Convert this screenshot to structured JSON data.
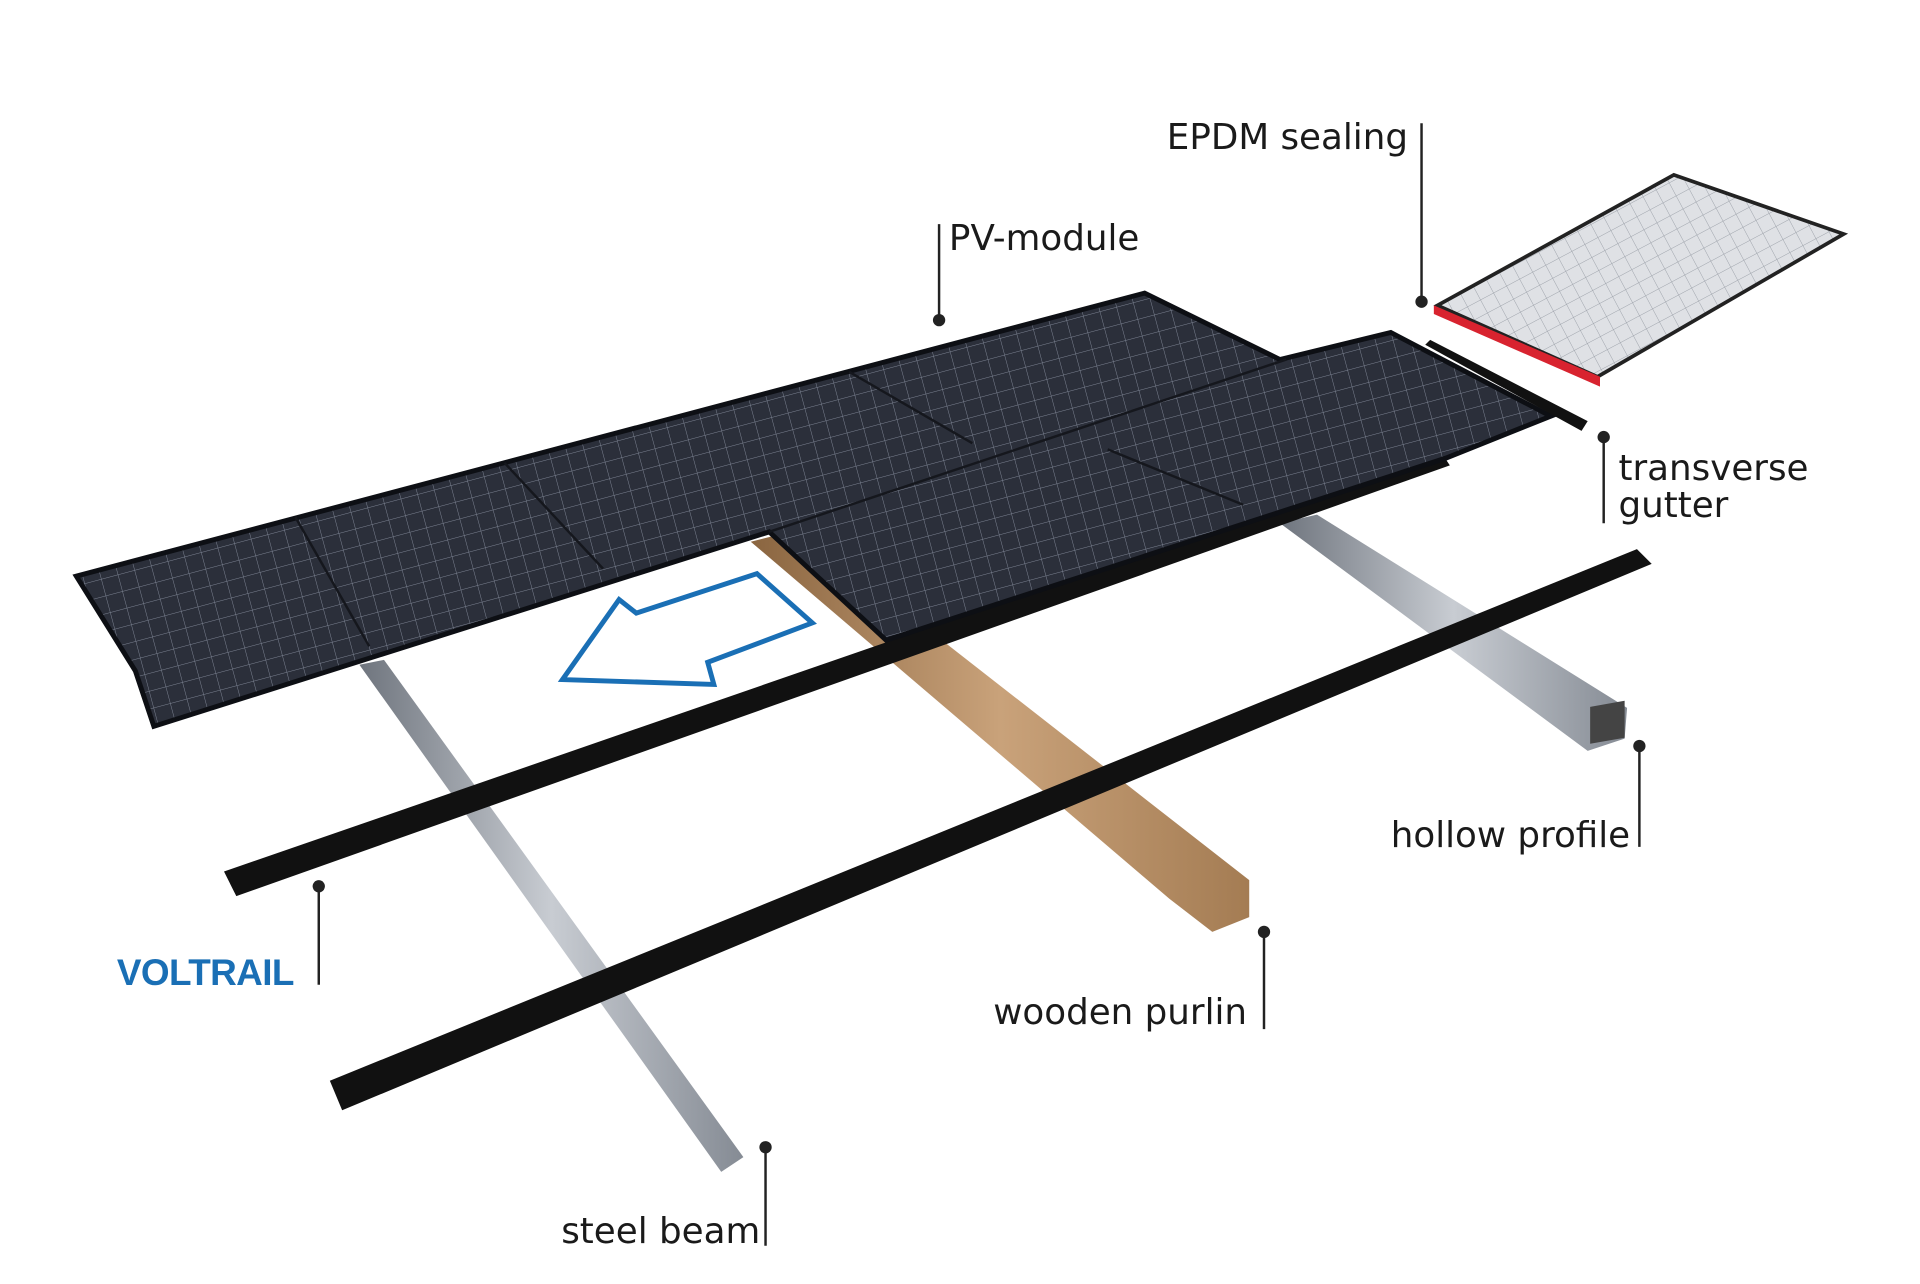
{
  "labels": {
    "epdm": "EPDM sealing",
    "pv_module": "PV-module",
    "transverse_1": "transverse",
    "transverse_2": "gutter",
    "hollow_profile": "hollow profile",
    "wooden_purlin": "wooden purlin",
    "steel_beam": "steel beam",
    "brand": "VOLTRAIL"
  },
  "colors": {
    "brand": "#1a6fb5",
    "panel": "#2a2e38",
    "sealing": "#d8232f",
    "wood": "#b48a5c",
    "steel": "#9aa0a8",
    "rail": "#111111",
    "arrow": "#1a6fb5"
  }
}
